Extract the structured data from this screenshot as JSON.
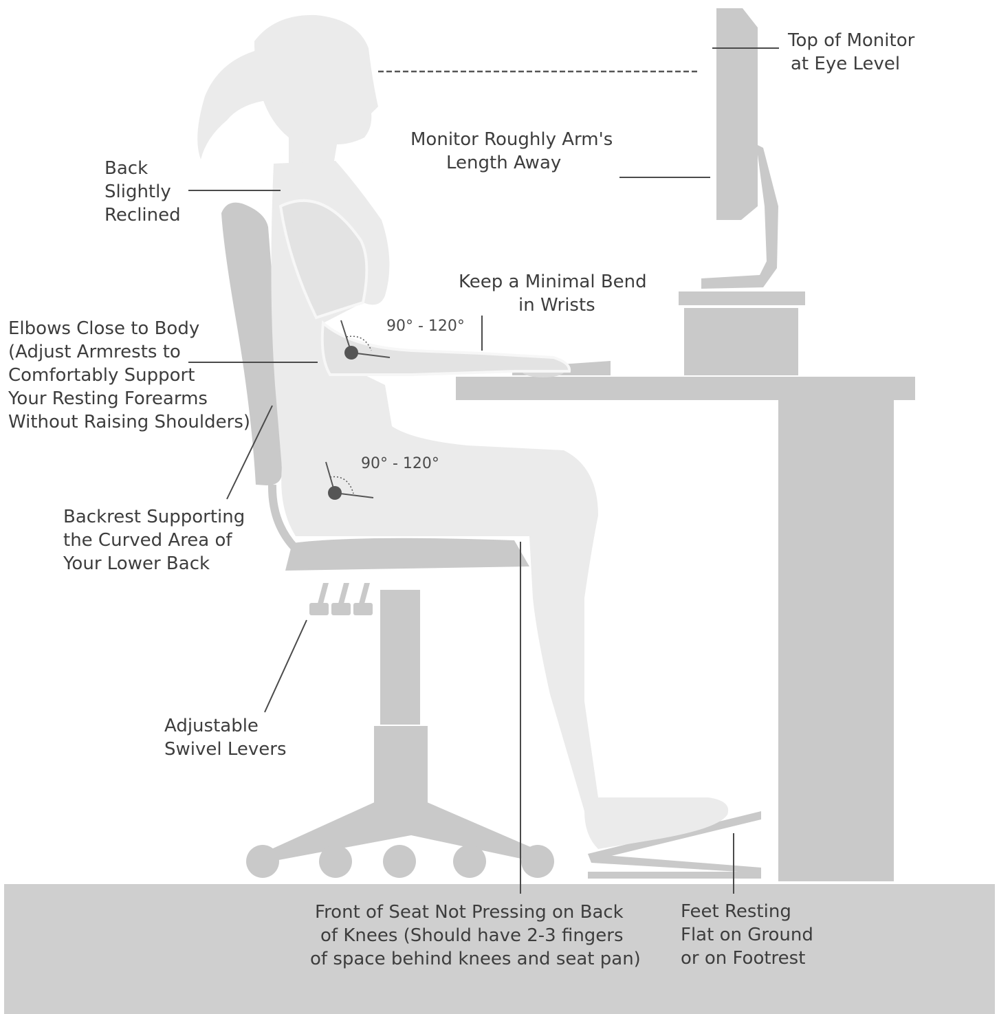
{
  "colors": {
    "background": "#ffffff",
    "floor": "#cfcfcf",
    "furniture": "#c9c9c9",
    "figure": "#ebebeb",
    "leader_lines": "#4a4a4a",
    "text": "#3d3d3d",
    "joint_marker": "#555555"
  },
  "labels": {
    "monitor_top": [
      "Top  of Monitor",
      "at Eye Level"
    ],
    "arm_length": [
      "Monitor Roughly Arm's",
      "Length Away"
    ],
    "back_reclined": [
      "Back",
      "Slightly",
      "Reclined"
    ],
    "wrists": [
      "Keep a  Minimal Bend",
      "in Wrists"
    ],
    "elbows": [
      "Elbows Close to Body",
      "(Adjust Armrests to",
      "Comfortably Support",
      "Your Resting Forearms",
      "Without Raising Shoulders)"
    ],
    "backrest": [
      "Backrest Supporting",
      "the Curved Area of",
      "Your Lower Back"
    ],
    "swivel": [
      "Adjustable",
      "Swivel Levers"
    ],
    "seat_front": [
      "Front of Seat Not Pressing on Back",
      "of Knees (Should have 2-3 fingers",
      "of space behind knees and seat pan)"
    ],
    "feet": [
      "Feet Resting",
      "Flat on Ground",
      "or on Footrest"
    ]
  },
  "angles": {
    "elbow": "90° - 120°",
    "hip": "90° - 120°"
  }
}
